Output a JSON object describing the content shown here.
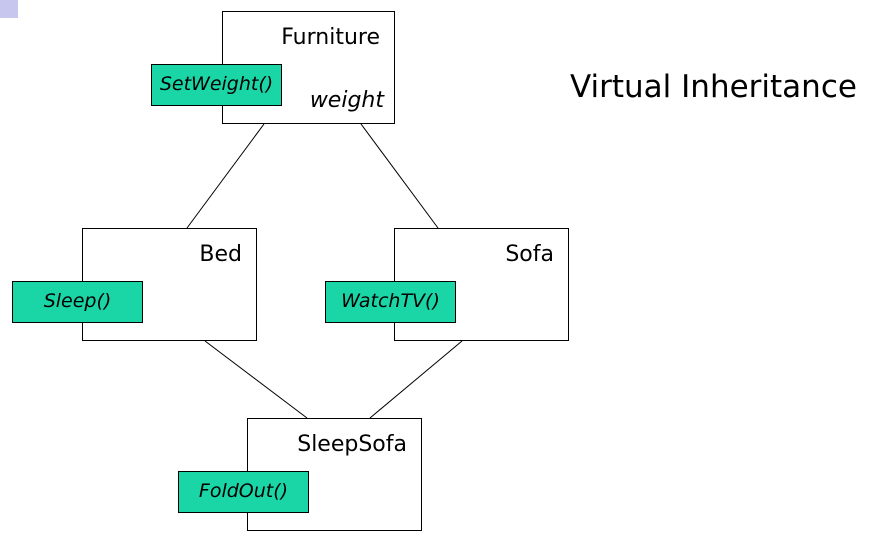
{
  "title": "Virtual Inheritance",
  "colors": {
    "method_fill": "#1ad5a5",
    "corner_accent": "#c6c6ef"
  },
  "classes": {
    "furniture": {
      "name": "Furniture",
      "attribute": "weight",
      "method": "SetWeight()"
    },
    "bed": {
      "name": "Bed",
      "method": "Sleep()"
    },
    "sofa": {
      "name": "Sofa",
      "method": "WatchTV()"
    },
    "sleepsofa": {
      "name": "SleepSofa",
      "method": "FoldOut()"
    }
  },
  "relations": [
    {
      "from": "bed",
      "to": "furniture"
    },
    {
      "from": "sofa",
      "to": "furniture"
    },
    {
      "from": "sleepsofa",
      "to": "bed"
    },
    {
      "from": "sleepsofa",
      "to": "sofa"
    }
  ]
}
